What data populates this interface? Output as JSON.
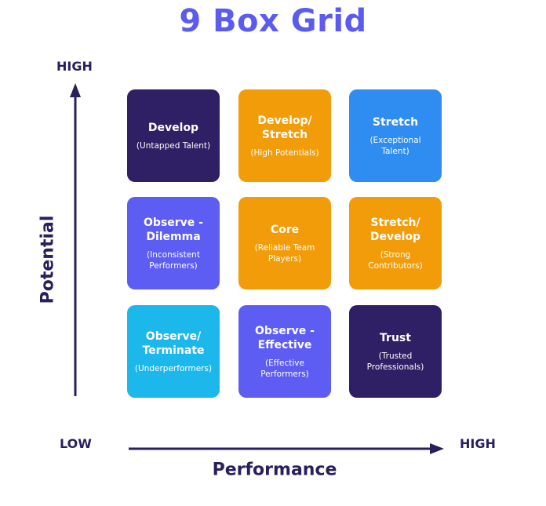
{
  "title": "9 Box Grid",
  "axes": {
    "y_high": "HIGH",
    "x_low": "LOW",
    "x_high": "HIGH",
    "y_title": "Potential",
    "x_title": "Performance",
    "color": "#2a1f5c"
  },
  "colors": {
    "title": "#5b5bf0",
    "navy": "#2f1f64",
    "orange": "#f29c09",
    "blue": "#2f8cf0",
    "purple": "#5d5cf3",
    "cyan": "#1cb8ec"
  },
  "grid": [
    {
      "name": "Develop",
      "sub": "(Untapped Talent)"
    },
    {
      "name": "Develop/\nStretch",
      "sub": "(High Potentials)"
    },
    {
      "name": "Stretch",
      "sub": "(Exceptional\nTalent)"
    },
    {
      "name": "Observe -\nDilemma",
      "sub": "(Inconsistent\nPerformers)"
    },
    {
      "name": "Core",
      "sub": "(Reliable Team\nPlayers)"
    },
    {
      "name": "Stretch/\nDevelop",
      "sub": "(Strong\nContributors)"
    },
    {
      "name": "Observe/\nTerminate",
      "sub": "(Underperformers)"
    },
    {
      "name": "Observe -\nEffective",
      "sub": "(Effective\nPerformers)"
    },
    {
      "name": "Trust",
      "sub": "(Trusted\nProfessionals)"
    }
  ]
}
